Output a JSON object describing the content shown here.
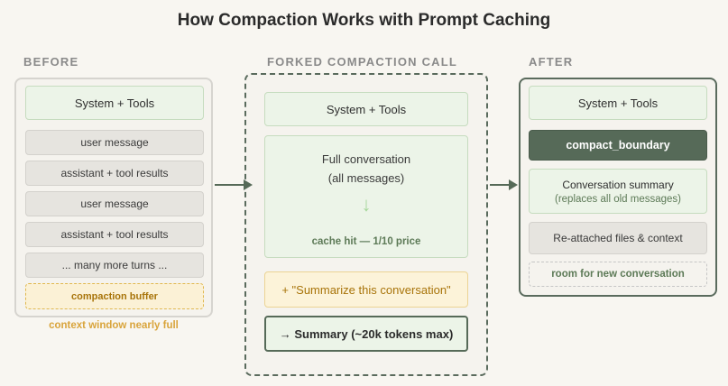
{
  "title": "How Compaction Works with Prompt Caching",
  "before": {
    "label": "BEFORE",
    "system_tools": "System + Tools",
    "messages": [
      "user message",
      "assistant + tool results",
      "user message",
      "assistant + tool results",
      "... many more turns ..."
    ],
    "buffer": "compaction buffer",
    "caption": "context window nearly full"
  },
  "fork": {
    "label": "FORKED COMPACTION CALL",
    "system_tools": "System + Tools",
    "full_conversation": "Full conversation",
    "all_messages": "(all messages)",
    "arrow": "↓",
    "cache_hit": "cache hit — 1/10 price",
    "prompt": "+ \"Summarize this conversation\"",
    "result": "→ Summary (~20k tokens max)"
  },
  "after": {
    "label": "AFTER",
    "system_tools": "System + Tools",
    "boundary": "compact_boundary",
    "summary_title": "Conversation summary",
    "summary_sub": "(replaces all old messages)",
    "reattached": "Re-attached files & context",
    "room": "room for new conversation"
  },
  "colors": {
    "accent_dark_green": "#566a58",
    "light_green": "#ecf4e8",
    "amber": "#d9a43b",
    "gray_box": "#e6e4df"
  }
}
